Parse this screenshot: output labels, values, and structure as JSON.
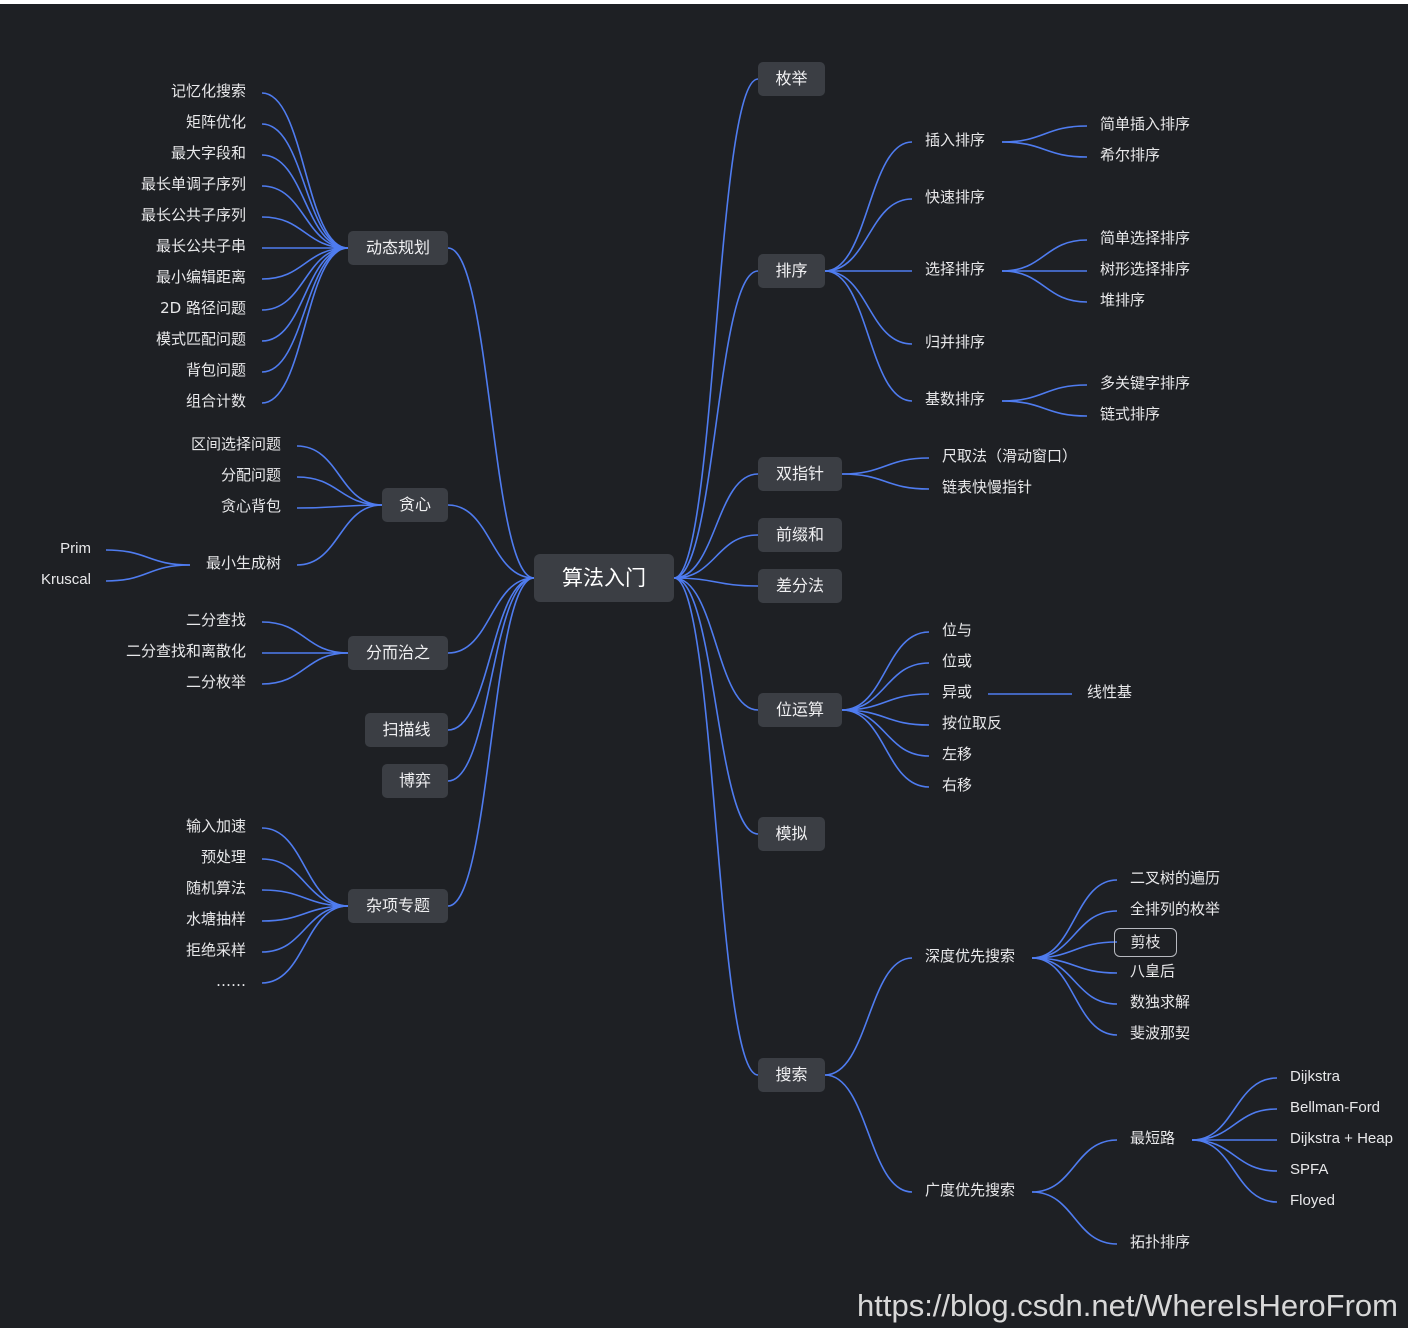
{
  "root": "算法入门",
  "left": {
    "dp": {
      "label": "动态规划",
      "items": [
        "记忆化搜索",
        "矩阵优化",
        "最大字段和",
        "最长单调子序列",
        "最长公共子序列",
        "最长公共子串",
        "最小编辑距离",
        "2D 路径问题",
        "模式匹配问题",
        "背包问题",
        "组合计数"
      ]
    },
    "greedy": {
      "label": "贪心",
      "items": [
        "区间选择问题",
        "分配问题",
        "贪心背包",
        "最小生成树"
      ],
      "mst_children": [
        "Prim",
        "Kruscal"
      ]
    },
    "divide": {
      "label": "分而治之",
      "items": [
        "二分查找",
        "二分查找和离散化",
        "二分枚举"
      ]
    },
    "sweep": {
      "label": "扫描线"
    },
    "game": {
      "label": "博弈"
    },
    "misc": {
      "label": "杂项专题",
      "items": [
        "输入加速",
        "预处理",
        "随机算法",
        "水塘抽样",
        "拒绝采样",
        "……"
      ]
    }
  },
  "right": {
    "enum": {
      "label": "枚举"
    },
    "sort": {
      "label": "排序",
      "insertion": {
        "label": "插入排序",
        "items": [
          "简单插入排序",
          "希尔排序"
        ]
      },
      "quick": "快速排序",
      "selection": {
        "label": "选择排序",
        "items": [
          "简单选择排序",
          "树形选择排序",
          "堆排序"
        ]
      },
      "merge": "归并排序",
      "radix": {
        "label": "基数排序",
        "items": [
          "多关键字排序",
          "链式排序"
        ]
      }
    },
    "twoptr": {
      "label": "双指针",
      "items": [
        "尺取法（滑动窗口）",
        "链表快慢指针"
      ]
    },
    "prefix": {
      "label": "前缀和"
    },
    "diff": {
      "label": "差分法"
    },
    "bit": {
      "label": "位运算",
      "items": [
        "位与",
        "位或",
        "异或",
        "按位取反",
        "左移",
        "右移"
      ],
      "xor_child": "线性基"
    },
    "sim": {
      "label": "模拟"
    },
    "search": {
      "label": "搜索",
      "dfs": {
        "label": "深度优先搜索",
        "items": [
          "二叉树的遍历",
          "全排列的枚举",
          "剪枝",
          "八皇后",
          "数独求解",
          "斐波那契"
        ]
      },
      "bfs": {
        "label": "广度优先搜索",
        "shortest": {
          "label": "最短路",
          "items": [
            "Dijkstra",
            "Bellman-Ford",
            "Dijkstra + Heap",
            "SPFA",
            "Floyed"
          ]
        },
        "topo": "拓扑排序"
      }
    }
  },
  "watermark": "https://blog.csdn.net/WhereIsHeroFrom",
  "colors": {
    "background": "#1e2024",
    "edge": "#4f7cf0",
    "node": "#3b3e44",
    "text": "#e8e8ea"
  }
}
